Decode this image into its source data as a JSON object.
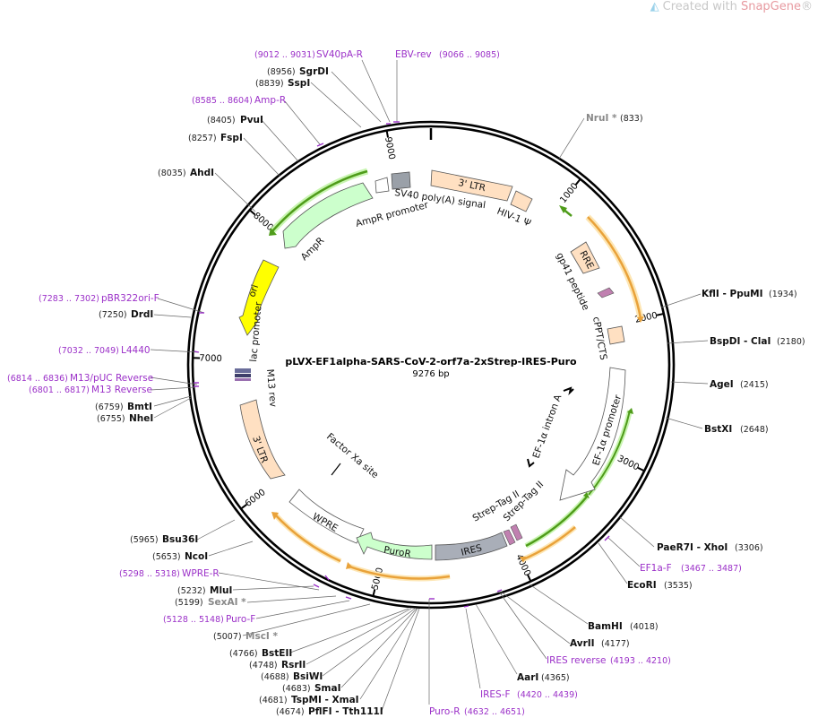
{
  "watermark": {
    "prefix": "Created with ",
    "brand": "SnapGene",
    "suffix": "®"
  },
  "plasmid": {
    "name": "pLVX-EF1alpha-SARS-CoV-2-orf7a-2xStrep-IRES-Puro",
    "length_label": "9276 bp"
  },
  "ticks": [
    "1000",
    "2000",
    "3000",
    "4000",
    "5000",
    "6000",
    "7000",
    "8000",
    "9000"
  ],
  "features": {
    "ltr3_top": "3' LTR",
    "sv40": "SV40 poly(A) signal",
    "hiv": "HIV-1 Ψ",
    "ampr_promoter": "AmpR promoter",
    "ampr": "AmpR",
    "ori": "ori",
    "lac": "lac promoter",
    "m13rev": "M13 rev",
    "ltr3_left": "3' LTR",
    "factorxa": "Factor Xa site",
    "wpre": "WPRE",
    "puror": "PuroR",
    "ires": "IRES",
    "strep1": "Strep-Tag II",
    "strep2": "Strep-Tag II",
    "ef1a_promoter": "EF-1α promoter",
    "ef1a_intron": "EF-1α intron A",
    "cppt": "cPPT/CTS",
    "gp41": "gp41 peptide",
    "rre": "RRE"
  },
  "sites": {
    "sv40pa_r": {
      "pos": "(9012 .. 9031)",
      "name": "SV40pA-R"
    },
    "ebv_rev": {
      "name": "EBV-rev",
      "pos": "(9066 .. 9085)"
    },
    "sgrdi": {
      "pos": "(8956)",
      "name": "SgrDI"
    },
    "sspi": {
      "pos": "(8839)",
      "name": "SspI"
    },
    "amp_r": {
      "pos": "(8585 .. 8604)",
      "name": "Amp-R"
    },
    "pvui": {
      "pos": "(8405)",
      "name": "PvuI"
    },
    "fspi": {
      "pos": "(8257)",
      "name": "FspI"
    },
    "ahdi": {
      "pos": "(8035)",
      "name": "AhdI"
    },
    "pbr322": {
      "pos": "(7283 .. 7302)",
      "name": "pBR322ori-F"
    },
    "drdi": {
      "pos": "(7250)",
      "name": "DrdI"
    },
    "l4440": {
      "pos": "(7032 .. 7049)",
      "name": "L4440"
    },
    "m13puc": {
      "pos": "(6814 .. 6836)",
      "name": "M13/pUC Reverse"
    },
    "m13r": {
      "pos": "(6801 .. 6817)",
      "name": "M13 Reverse"
    },
    "bmti": {
      "pos": "(6759)",
      "name": "BmtI"
    },
    "nhei": {
      "pos": "(6755)",
      "name": "NheI"
    },
    "bsu36i": {
      "pos": "(5965)",
      "name": "Bsu36I"
    },
    "ncoi": {
      "pos": "(5653)",
      "name": "NcoI"
    },
    "wpre_r": {
      "pos": "(5298 .. 5318)",
      "name": "WPRE-R"
    },
    "mlui": {
      "pos": "(5232)",
      "name": "MluI"
    },
    "sexai": {
      "pos": "(5199)",
      "name": "SexAI *"
    },
    "puro_f": {
      "pos": "(5128 .. 5148)",
      "name": "Puro-F"
    },
    "msci": {
      "pos": "(5007)",
      "name": "MscI *"
    },
    "bsteii": {
      "pos": "(4766)",
      "name": "BstEII"
    },
    "rsrii": {
      "pos": "(4748)",
      "name": "RsrII"
    },
    "bsiwi": {
      "pos": "(4688)",
      "name": "BsiWI"
    },
    "smai": {
      "pos": "(4683)",
      "name": "SmaI"
    },
    "tspmi": {
      "pos": "(4681)",
      "name": "TspMI  - XmaI"
    },
    "pflfi": {
      "pos": "(4674)",
      "name": "PflFI  - Tth111I"
    },
    "puro_r": {
      "name": "Puro-R",
      "pos": "(4632 .. 4651)"
    },
    "ires_f": {
      "name": "IRES-F",
      "pos": "(4420 .. 4439)"
    },
    "aari": {
      "name": "AarI",
      "pos": "(4365)"
    },
    "ires_rev": {
      "name": "IRES reverse",
      "pos": "(4193 .. 4210)"
    },
    "avrii": {
      "name": "AvrII",
      "pos": "(4177)"
    },
    "bamhi": {
      "name": "BamHI",
      "pos": "(4018)"
    },
    "ecori": {
      "name": "EcoRI",
      "pos": "(3535)"
    },
    "ef1a_f": {
      "name": "EF1a-F",
      "pos": "(3467 .. 3487)"
    },
    "paer7i": {
      "name": "PaeR7I  - XhoI",
      "pos": "(3306)"
    },
    "bstxi": {
      "name": "BstXI",
      "pos": "(2648)"
    },
    "agei": {
      "name": "AgeI",
      "pos": "(2415)"
    },
    "bspdi": {
      "name": "BspDI  - ClaI",
      "pos": "(2180)"
    },
    "kfli": {
      "name": "KflI  - PpuMI",
      "pos": "(1934)"
    },
    "nrui": {
      "name": "NruI *",
      "pos": "(833)"
    }
  },
  "colors": {
    "primer": "#9b30c8",
    "ampr": "#ccffcc",
    "ori": "#ffff00",
    "ltr": "#ffe0c2",
    "ires": "#a9aeb8",
    "orf_arrow_green": "#4f9c1a",
    "orf_arrow_orange": "#e9a23a",
    "grey_box": "#9aa0a8",
    "pink": "#c080b0"
  }
}
